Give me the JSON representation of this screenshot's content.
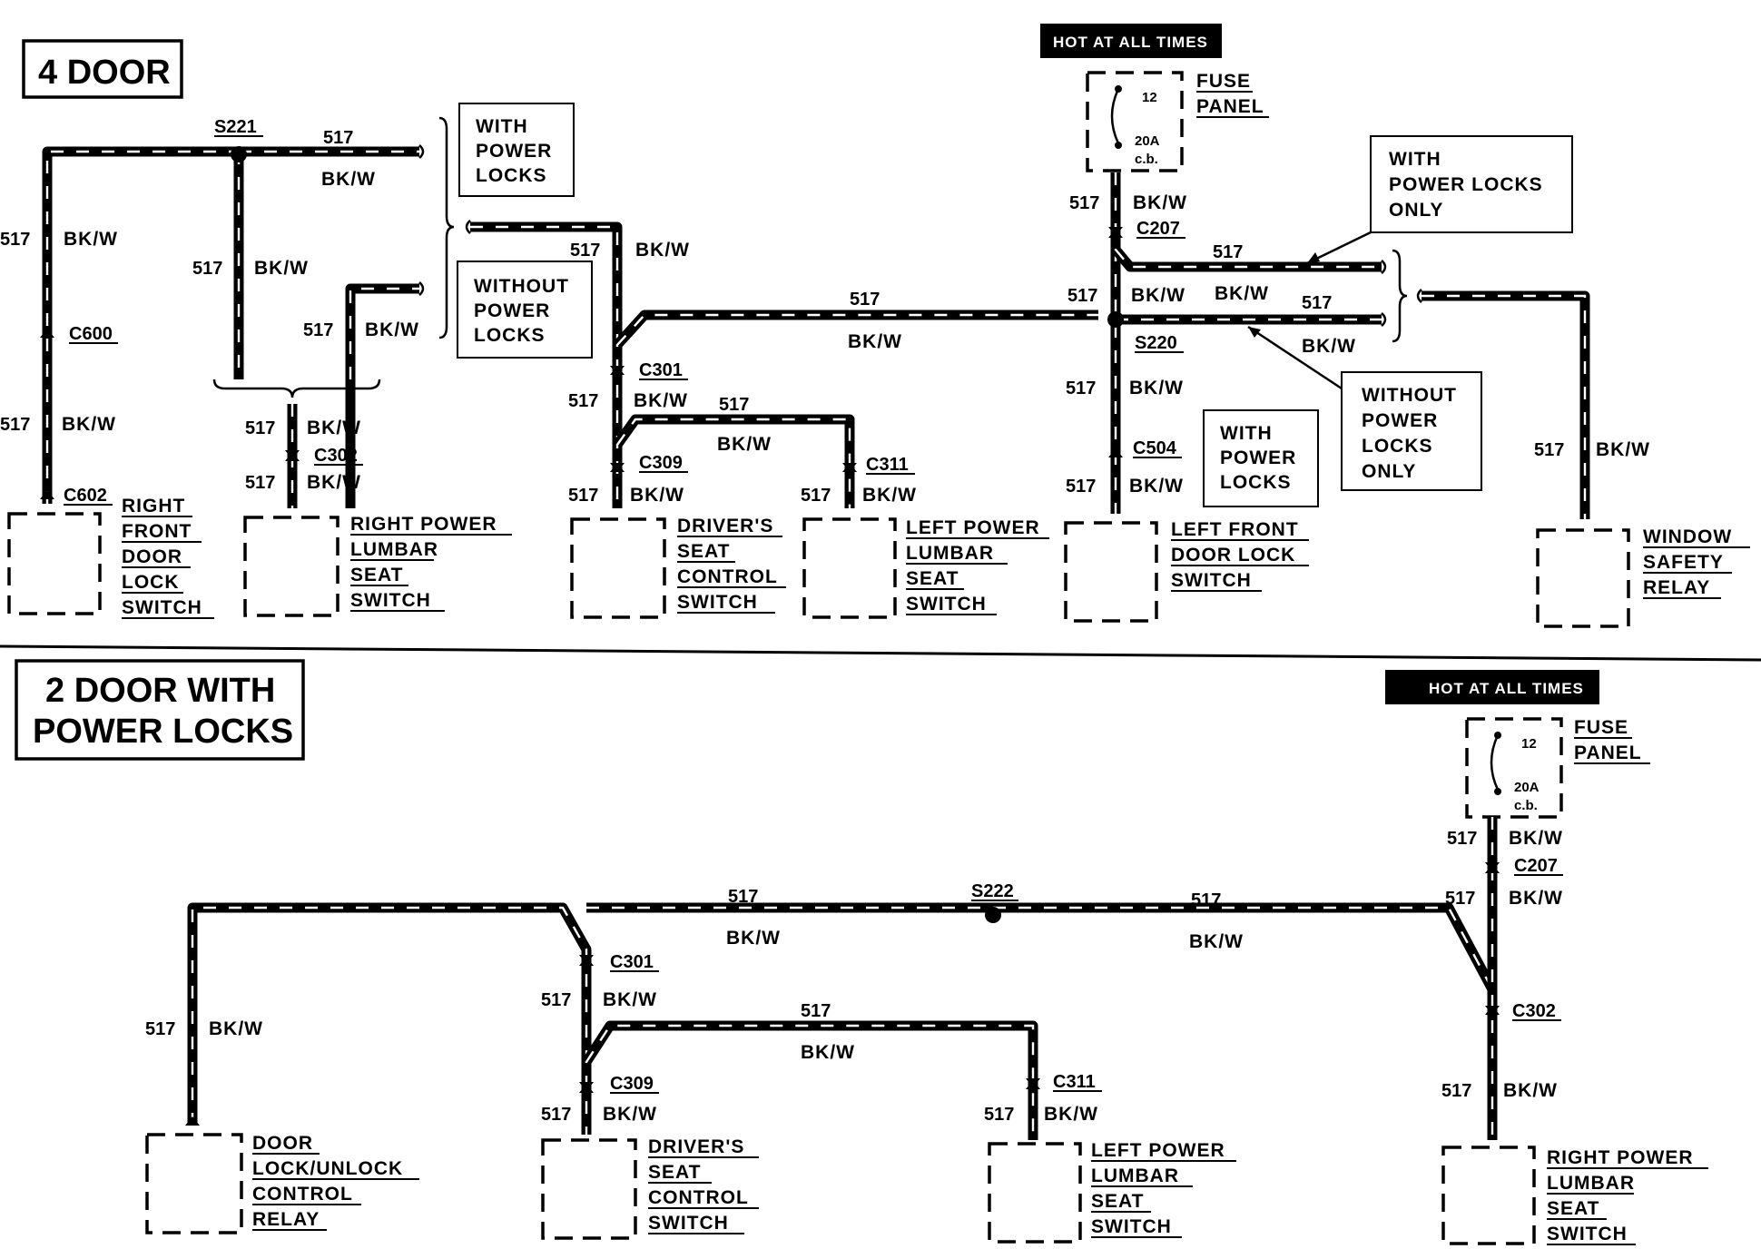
{
  "top": {
    "title": "4 DOOR",
    "hot_label": "HOT AT ALL TIMES",
    "fuse": {
      "label_1": "FUSE",
      "label_2": "PANEL",
      "number": "12",
      "rating": "20A",
      "type": "c.b."
    },
    "circuit": "517",
    "color": "BK/W",
    "splices": {
      "s221": "S221",
      "s220": "S220"
    },
    "connectors": {
      "c600": "C600",
      "c602": "C602",
      "c302": "C302",
      "c301": "C301",
      "c309": "C309",
      "c311": "C311",
      "c207": "C207",
      "c504": "C504"
    },
    "notes": {
      "with_power_locks": [
        "WITH",
        "POWER",
        "LOCKS"
      ],
      "without_power_locks": [
        "WITHOUT",
        "POWER",
        "LOCKS"
      ],
      "with_power_locks_only": [
        "WITH",
        "POWER LOCKS",
        "ONLY"
      ],
      "without_power_locks_only": [
        "WITHOUT",
        "POWER",
        "LOCKS",
        "ONLY"
      ]
    },
    "components": {
      "right_front_door_lock_switch": [
        "RIGHT",
        "FRONT",
        "DOOR",
        "LOCK",
        "SWITCH"
      ],
      "right_power_lumbar_seat_switch": [
        "RIGHT POWER",
        "LUMBAR",
        "SEAT",
        "SWITCH"
      ],
      "drivers_seat_control_switch": [
        "DRIVER'S",
        "SEAT",
        "CONTROL",
        "SWITCH"
      ],
      "left_power_lumbar_seat_switch": [
        "LEFT POWER",
        "LUMBAR",
        "SEAT",
        "SWITCH"
      ],
      "left_front_door_lock_switch": [
        "LEFT FRONT",
        "DOOR LOCK",
        "SWITCH"
      ],
      "window_safety_relay": [
        "WINDOW",
        "SAFETY",
        "RELAY"
      ]
    }
  },
  "bottom": {
    "title_1": "2 DOOR WITH",
    "title_2": "POWER LOCKS",
    "hot_label": "HOT AT ALL TIMES",
    "fuse": {
      "label_1": "FUSE",
      "label_2": "PANEL",
      "number": "12",
      "rating": "20A",
      "type": "c.b."
    },
    "circuit": "517",
    "color": "BK/W",
    "splices": {
      "s222": "S222"
    },
    "connectors": {
      "c301": "C301",
      "c309": "C309",
      "c311": "C311",
      "c207": "C207",
      "c302": "C302"
    },
    "components": {
      "door_lock_unlock_control_relay": [
        "DOOR",
        "LOCK/UNLOCK",
        "CONTROL",
        "RELAY"
      ],
      "drivers_seat_control_switch": [
        "DRIVER'S",
        "SEAT",
        "CONTROL",
        "SWITCH"
      ],
      "left_power_lumbar_seat_switch": [
        "LEFT POWER",
        "LUMBAR",
        "SEAT",
        "SWITCH"
      ],
      "right_power_lumbar_seat_switch": [
        "RIGHT POWER",
        "LUMBAR",
        "SEAT",
        "SWITCH"
      ]
    }
  }
}
